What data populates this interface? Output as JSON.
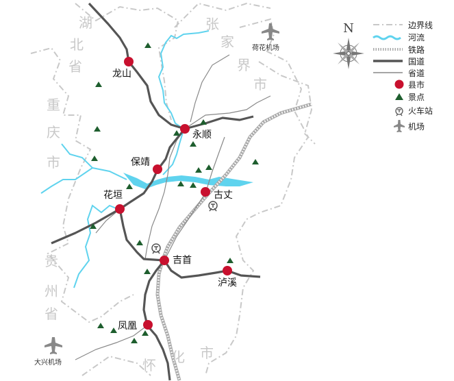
{
  "regions": {
    "hubei": [
      "湖",
      "北",
      "省"
    ],
    "chongqing": [
      "重",
      "庆",
      "市"
    ],
    "guizhou": [
      "贵",
      "州",
      "省"
    ],
    "zhangjiajie": [
      "张",
      "家",
      "界",
      "市"
    ],
    "huaihua": [
      "怀",
      "化",
      "市"
    ]
  },
  "cities": {
    "longshan": "龙山",
    "yongshun": "永顺",
    "baojing": "保靖",
    "huayuan": "花垣",
    "guzhang": "古丈",
    "jishou": "吉首",
    "luxi": "泸溪",
    "fenghuang": "凤凰"
  },
  "airports": {
    "hehua": "荷花机场",
    "daxing": "大兴机场"
  },
  "compass": "N",
  "legend": [
    {
      "key": "border",
      "label": "边界线"
    },
    {
      "key": "river",
      "label": "河流"
    },
    {
      "key": "railway",
      "label": "铁路"
    },
    {
      "key": "national_road",
      "label": "国道"
    },
    {
      "key": "provincial_road",
      "label": "省道"
    },
    {
      "key": "county_city",
      "label": "县市"
    },
    {
      "key": "scenic_spot",
      "label": "景点"
    },
    {
      "key": "train_station",
      "label": "火车站"
    },
    {
      "key": "airport",
      "label": "机场"
    }
  ],
  "colors": {
    "city_dot": "#c8102e",
    "scenic": "#1e5e2e",
    "river": "#5fd3ee",
    "national_road": "#555555",
    "provincial_road": "#888888",
    "border": "#c8c8c8",
    "railway": "#aaaaaa"
  }
}
